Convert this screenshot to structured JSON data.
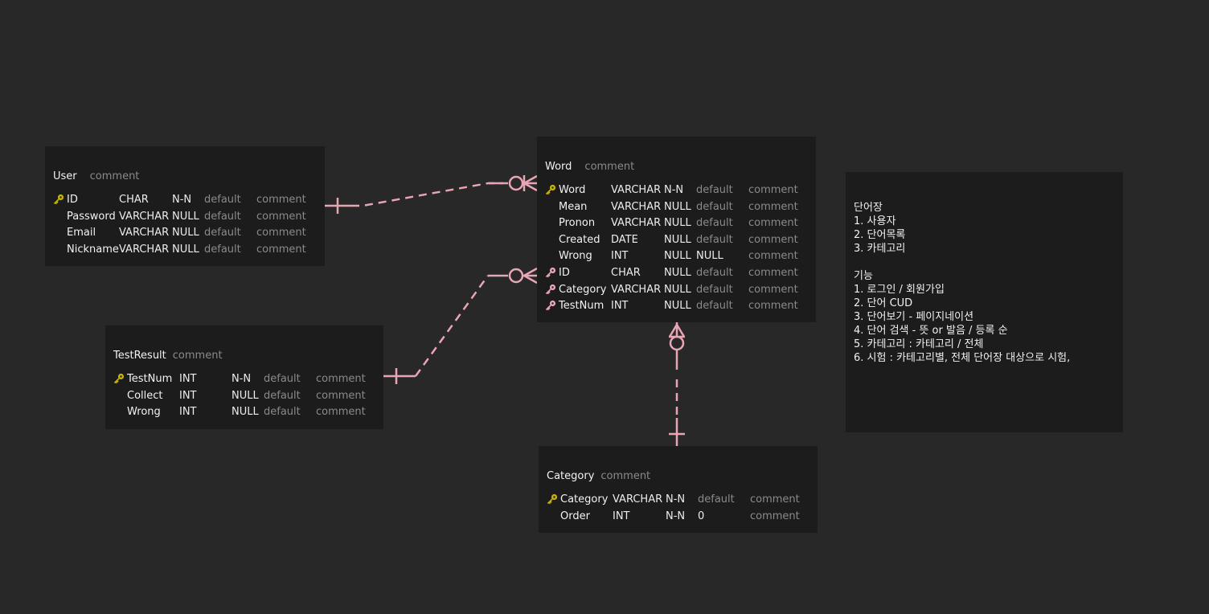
{
  "tables": {
    "user": {
      "name": "User",
      "comment": "comment",
      "columns": [
        {
          "name": "ID",
          "type": "CHAR",
          "null": "N-N",
          "default": "default",
          "comment": "comment",
          "key": "primary"
        },
        {
          "name": "Password",
          "type": "VARCHAR",
          "null": "NULL",
          "default": "default",
          "comment": "comment",
          "key": ""
        },
        {
          "name": "Email",
          "type": "VARCHAR",
          "null": "NULL",
          "default": "default",
          "comment": "comment",
          "key": ""
        },
        {
          "name": "Nickname",
          "type": "VARCHAR",
          "null": "NULL",
          "default": "default",
          "comment": "comment",
          "key": ""
        }
      ]
    },
    "word": {
      "name": "Word",
      "comment": "comment",
      "columns": [
        {
          "name": "Word",
          "type": "VARCHAR",
          "null": "N-N",
          "default": "default",
          "comment": "comment",
          "key": "primary"
        },
        {
          "name": "Mean",
          "type": "VARCHAR",
          "null": "NULL",
          "default": "default",
          "comment": "comment",
          "key": ""
        },
        {
          "name": "Pronon",
          "type": "VARCHAR",
          "null": "NULL",
          "default": "default",
          "comment": "comment",
          "key": ""
        },
        {
          "name": "Created",
          "type": "DATE",
          "null": "NULL",
          "default": "default",
          "comment": "comment",
          "key": ""
        },
        {
          "name": "Wrong",
          "type": "INT",
          "null": "NULL",
          "default": "NULL",
          "comment": "comment",
          "key": ""
        },
        {
          "name": "ID",
          "type": "CHAR",
          "null": "NULL",
          "default": "default",
          "comment": "comment",
          "key": "foreign"
        },
        {
          "name": "Category",
          "type": "VARCHAR",
          "null": "NULL",
          "default": "default",
          "comment": "comment",
          "key": "foreign"
        },
        {
          "name": "TestNum",
          "type": "INT",
          "null": "NULL",
          "default": "default",
          "comment": "comment",
          "key": "foreign"
        }
      ]
    },
    "testresult": {
      "name": "TestResult",
      "comment": "comment",
      "columns": [
        {
          "name": "TestNum",
          "type": "INT",
          "null": "N-N",
          "default": "default",
          "comment": "comment",
          "key": "primary"
        },
        {
          "name": "Collect",
          "type": "INT",
          "null": "NULL",
          "default": "default",
          "comment": "comment",
          "key": ""
        },
        {
          "name": "Wrong",
          "type": "INT",
          "null": "NULL",
          "default": "default",
          "comment": "comment",
          "key": ""
        }
      ]
    },
    "category": {
      "name": "Category",
      "comment": "comment",
      "columns": [
        {
          "name": "Category",
          "type": "VARCHAR",
          "null": "N-N",
          "default": "default",
          "comment": "comment",
          "key": "primary"
        },
        {
          "name": "Order",
          "type": "INT",
          "null": "N-N",
          "default": "0",
          "comment": "comment",
          "key": ""
        }
      ]
    }
  },
  "note": {
    "text": "단어장\n1. 사용자\n2. 단어목록\n3. 카테고리\n\n기능\n1. 로그인 / 회원가입\n2. 단어 CUD\n3. 단어보기 - 페이지네이션\n4. 단어 검색 - 뜻 or 발음 / 등록 순\n5. 카테고리 : 카테고리 / 전체\n6. 시험 : 카테고리별, 전체 단어장 대상으로 시험,"
  },
  "colors": {
    "background": "#282828",
    "table_bg": "#1c1c1c",
    "relation_line": "#e8a6b4",
    "primary_key": "#c8b400",
    "foreign_key": "#e8a6b4"
  }
}
